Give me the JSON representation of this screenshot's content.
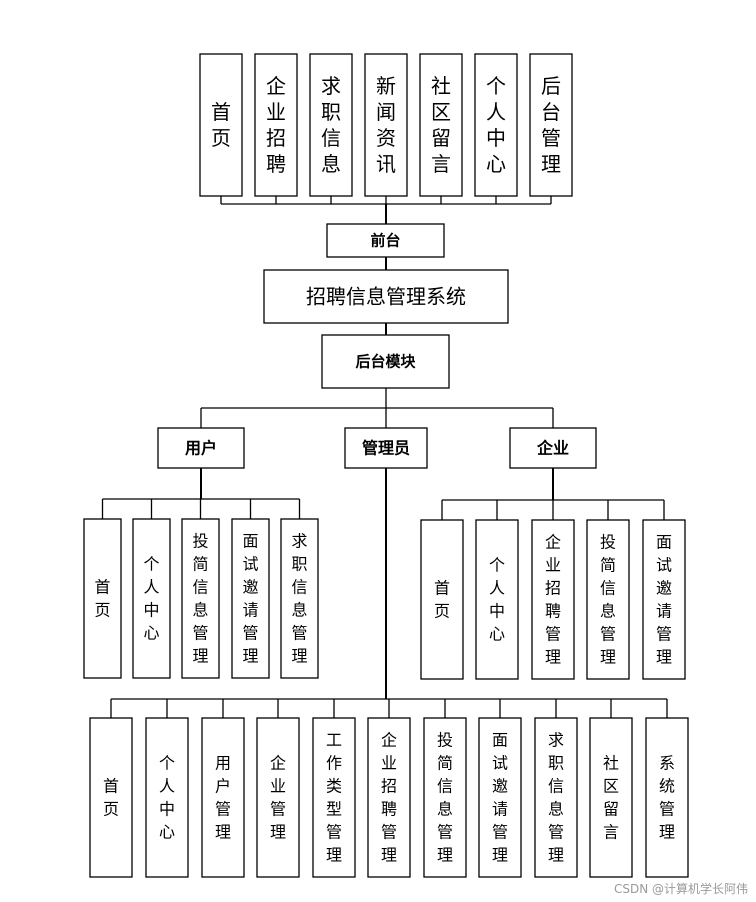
{
  "front_modules": [
    "首页",
    "企业招聘",
    "求职信息",
    "新闻资讯",
    "社区留言",
    "个人中心",
    "后台管理"
  ],
  "front_label": "前台",
  "system_title": "招聘信息管理系统",
  "backend_label": "后台模块",
  "roles": {
    "user": {
      "label": "用户",
      "modules": [
        "首页",
        "个人中心",
        "投简信息管理",
        "面试邀请管理",
        "求职信息管理"
      ]
    },
    "admin": {
      "label": "管理员",
      "modules": [
        "首页",
        "个人中心",
        "用户管理",
        "企业管理",
        "工作类型管理",
        "企业招聘管理",
        "投简信息管理",
        "面试邀请管理",
        "求职信息管理",
        "社区留言",
        "系统管理"
      ]
    },
    "company": {
      "label": "企业",
      "modules": [
        "首页",
        "个人中心",
        "企业招聘管理",
        "投简信息管理",
        "面试邀请管理"
      ]
    }
  },
  "watermark": "CSDN @计算机学长阿伟"
}
